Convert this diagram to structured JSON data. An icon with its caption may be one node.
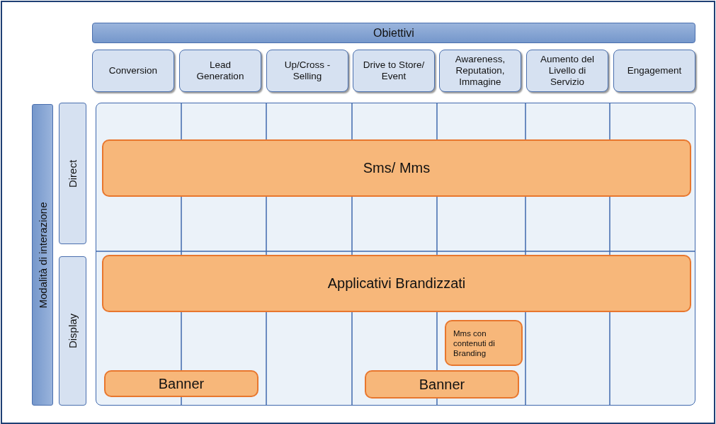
{
  "diagram": {
    "nodes": [
      {
        "text": [
          "Obiettivi"
        ]
      },
      {
        "text": [
          "Conversion"
        ]
      },
      {
        "text": [
          "Lead Generation"
        ]
      },
      {
        "text": [
          "Up/Cross - Selling"
        ]
      },
      {
        "text": [
          "Drive to Store/ Event"
        ]
      },
      {
        "text": [
          "Awareness, Reputation, Immagine"
        ]
      },
      {
        "text": [
          "Aumento del Livello di Servizio"
        ]
      },
      {
        "text": [
          "Engagement"
        ]
      },
      {
        "text": [
          "Modalità di interazione"
        ]
      },
      {
        "text": [
          "Direct"
        ]
      },
      {
        "text": [
          "Display"
        ]
      },
      {
        "text": [],
        "shape": "box"
      },
      {
        "text": [
          "Sms/ Mms"
        ],
        "in": 11
      },
      {
        "text": [
          "Applicativi Brandizzati"
        ],
        "in": 11
      },
      {
        "text": [
          "Mms con contenuti di Branding"
        ],
        "in": 11
      },
      {
        "text": [
          "Banner"
        ],
        "in": 11
      },
      {
        "text": [
          "Banner"
        ],
        "in": 11
      }
    ],
    "edges": []
  }
}
